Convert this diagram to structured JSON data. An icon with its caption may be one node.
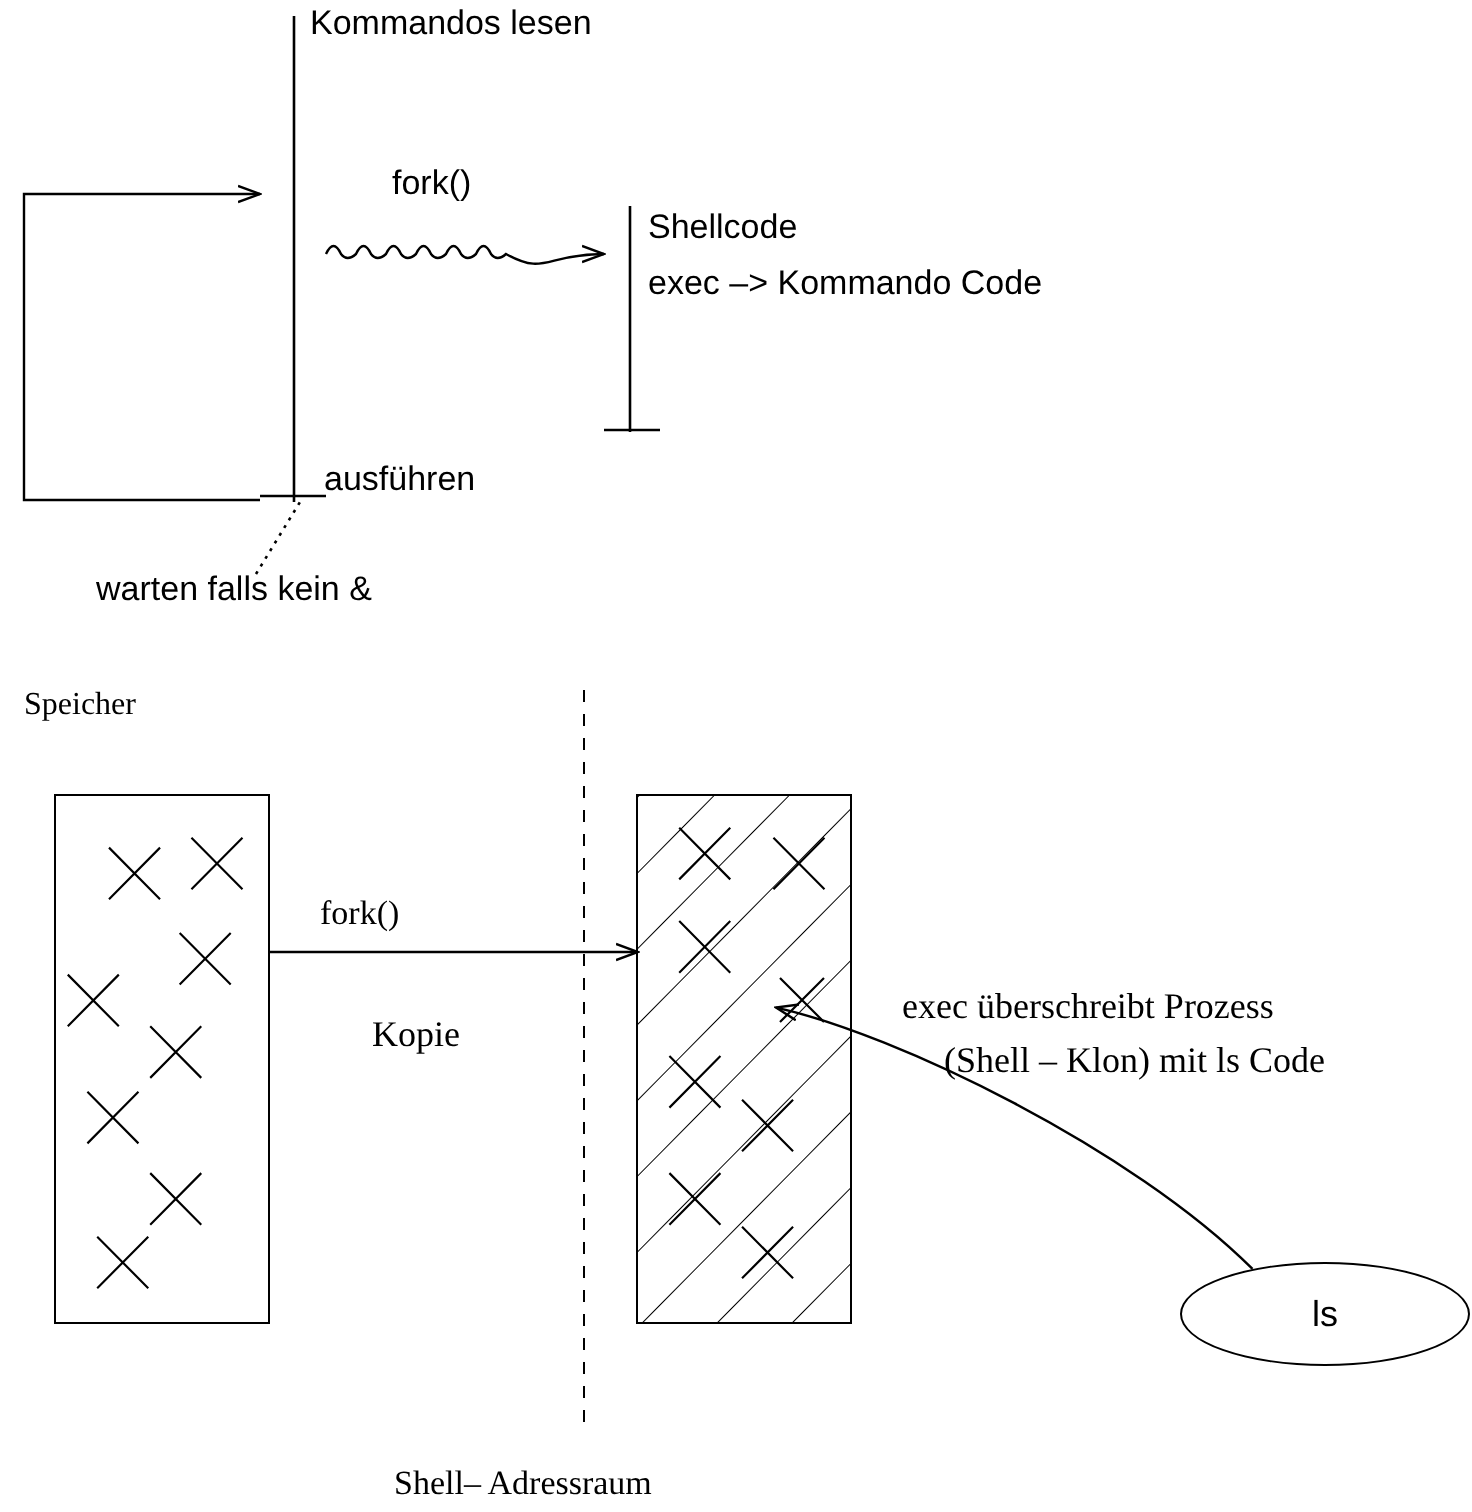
{
  "diagram": {
    "nodes": [
      {
        "text": [],
        "shape": "bar",
        "beside": [
          "Kommandos lesen",
          "ausführen"
        ]
      },
      {
        "text": [],
        "shape": "bar",
        "beside": [
          "Shellcode",
          "exec –> Kommando Code"
        ]
      },
      {
        "text": [
          "warten falls kein &"
        ]
      },
      {
        "text": [],
        "shape": "box"
      },
      {
        "text": [],
        "shape": "box"
      },
      {
        "text": [],
        "shape": "cross",
        "in": 4
      },
      {
        "text": [
          "ls"
        ]
      }
    ],
    "edges": [
      {
        "from": 0,
        "to": 0,
        "arrow": "to"
      },
      {
        "from": 0,
        "to": 1,
        "label": "fork()",
        "arrow": "to"
      },
      {
        "from": 2,
        "to": 0,
        "arrow": "none",
        "style": "dashed"
      },
      {
        "from": 3,
        "to": 4,
        "label": "fork()",
        "arrow": "to"
      },
      {
        "from": 6,
        "to": 5,
        "arrow": "to"
      }
    ],
    "labels": [
      "Speicher",
      "Kopie",
      "exec überschreibt Prozess",
      "(Shell – Klon) mit ls Code",
      "Shell– Adressraum"
    ]
  }
}
